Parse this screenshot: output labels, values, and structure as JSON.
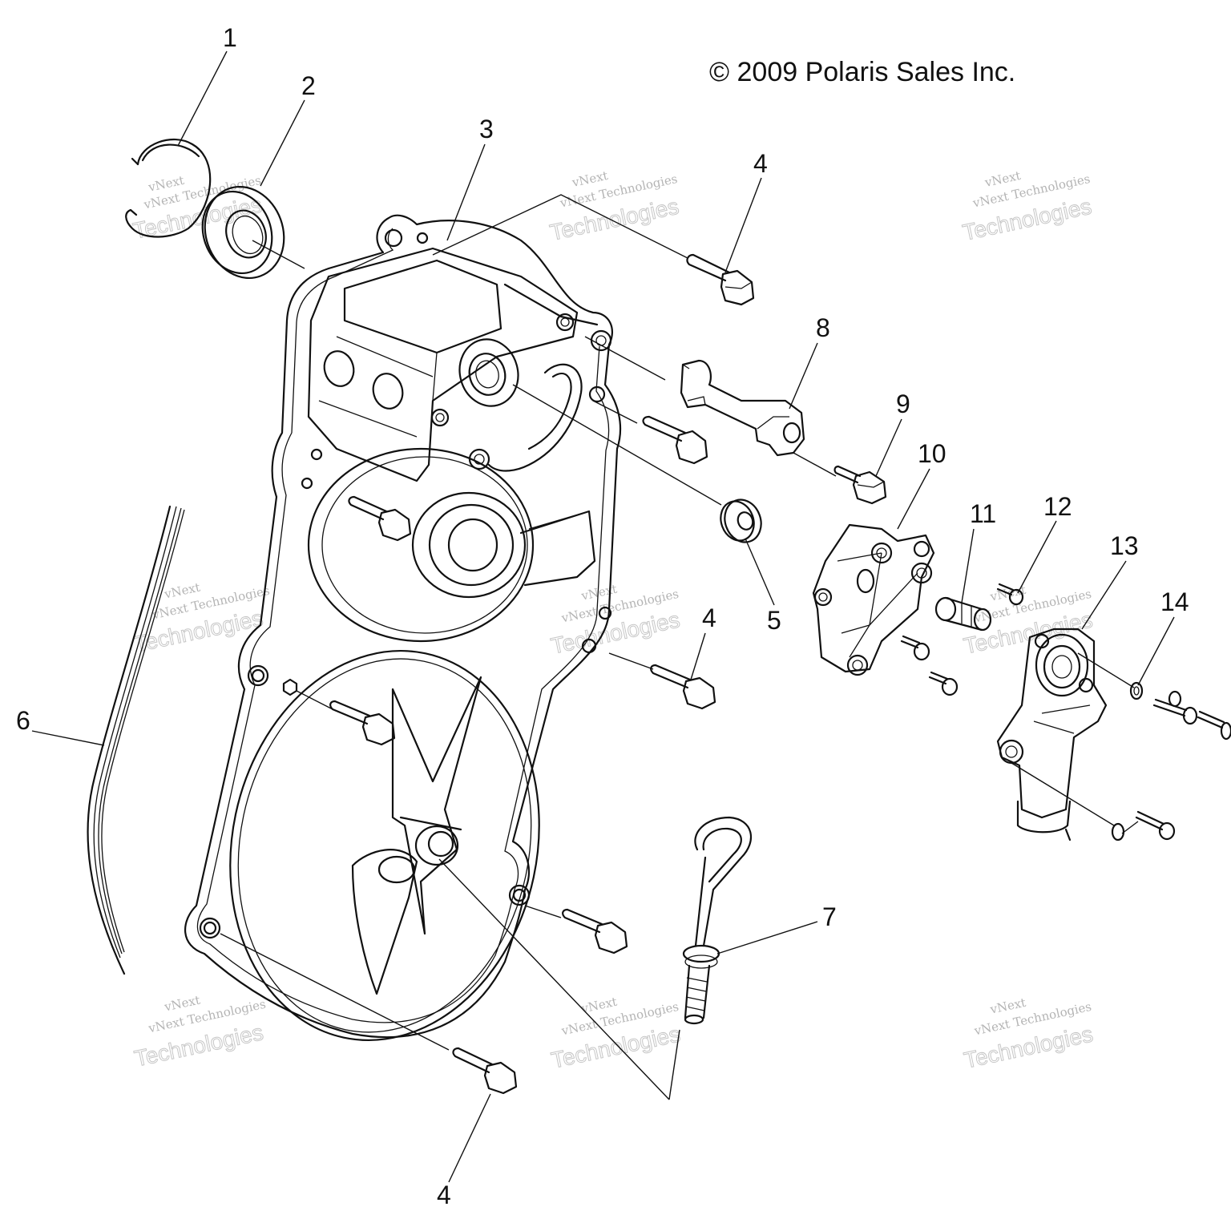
{
  "copyright": "© 2009 Polaris Sales Inc.",
  "watermark": {
    "line1": "vNext Technologies",
    "line2": "vNext",
    "line3": "Technologies"
  },
  "callouts": {
    "c1": "1",
    "c2": "2",
    "c3": "3",
    "c4a": "4",
    "c4b": "4",
    "c4c": "4",
    "c5": "5",
    "c6": "6",
    "c7": "7",
    "c8": "8",
    "c9": "9",
    "c10": "10",
    "c11": "11",
    "c12": "12",
    "c13": "13",
    "c14": "14"
  }
}
